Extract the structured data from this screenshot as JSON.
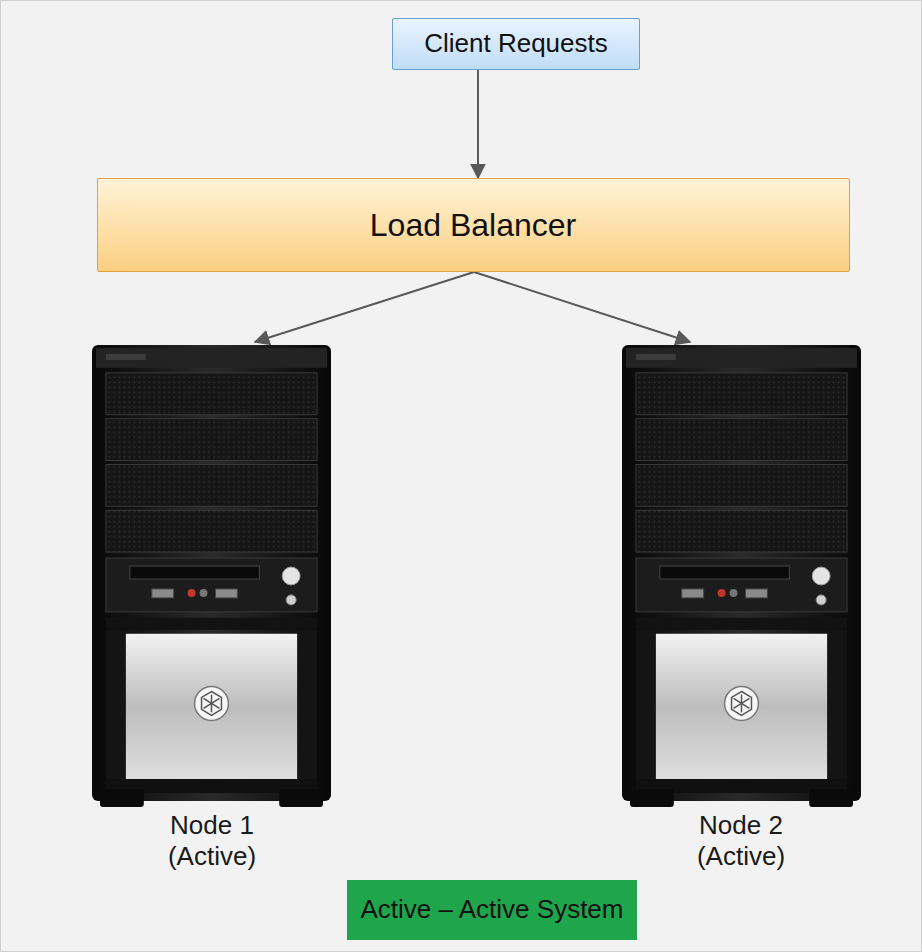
{
  "diagram": {
    "nodes": [
      {
        "text": [
          "Client Requests"
        ]
      },
      {
        "text": [
          "Load Balancer"
        ]
      },
      {
        "text": [
          "Node 1 (Active)"
        ]
      },
      {
        "text": [
          "Node 2 (Active)"
        ]
      },
      {
        "text": [
          "Active – Active System"
        ]
      }
    ],
    "edges": [
      {
        "from": 0,
        "to": 1,
        "arrow": "to"
      },
      {
        "from": 1,
        "to": 2,
        "arrow": "to"
      },
      {
        "from": 1,
        "to": 3,
        "arrow": "to"
      }
    ]
  }
}
